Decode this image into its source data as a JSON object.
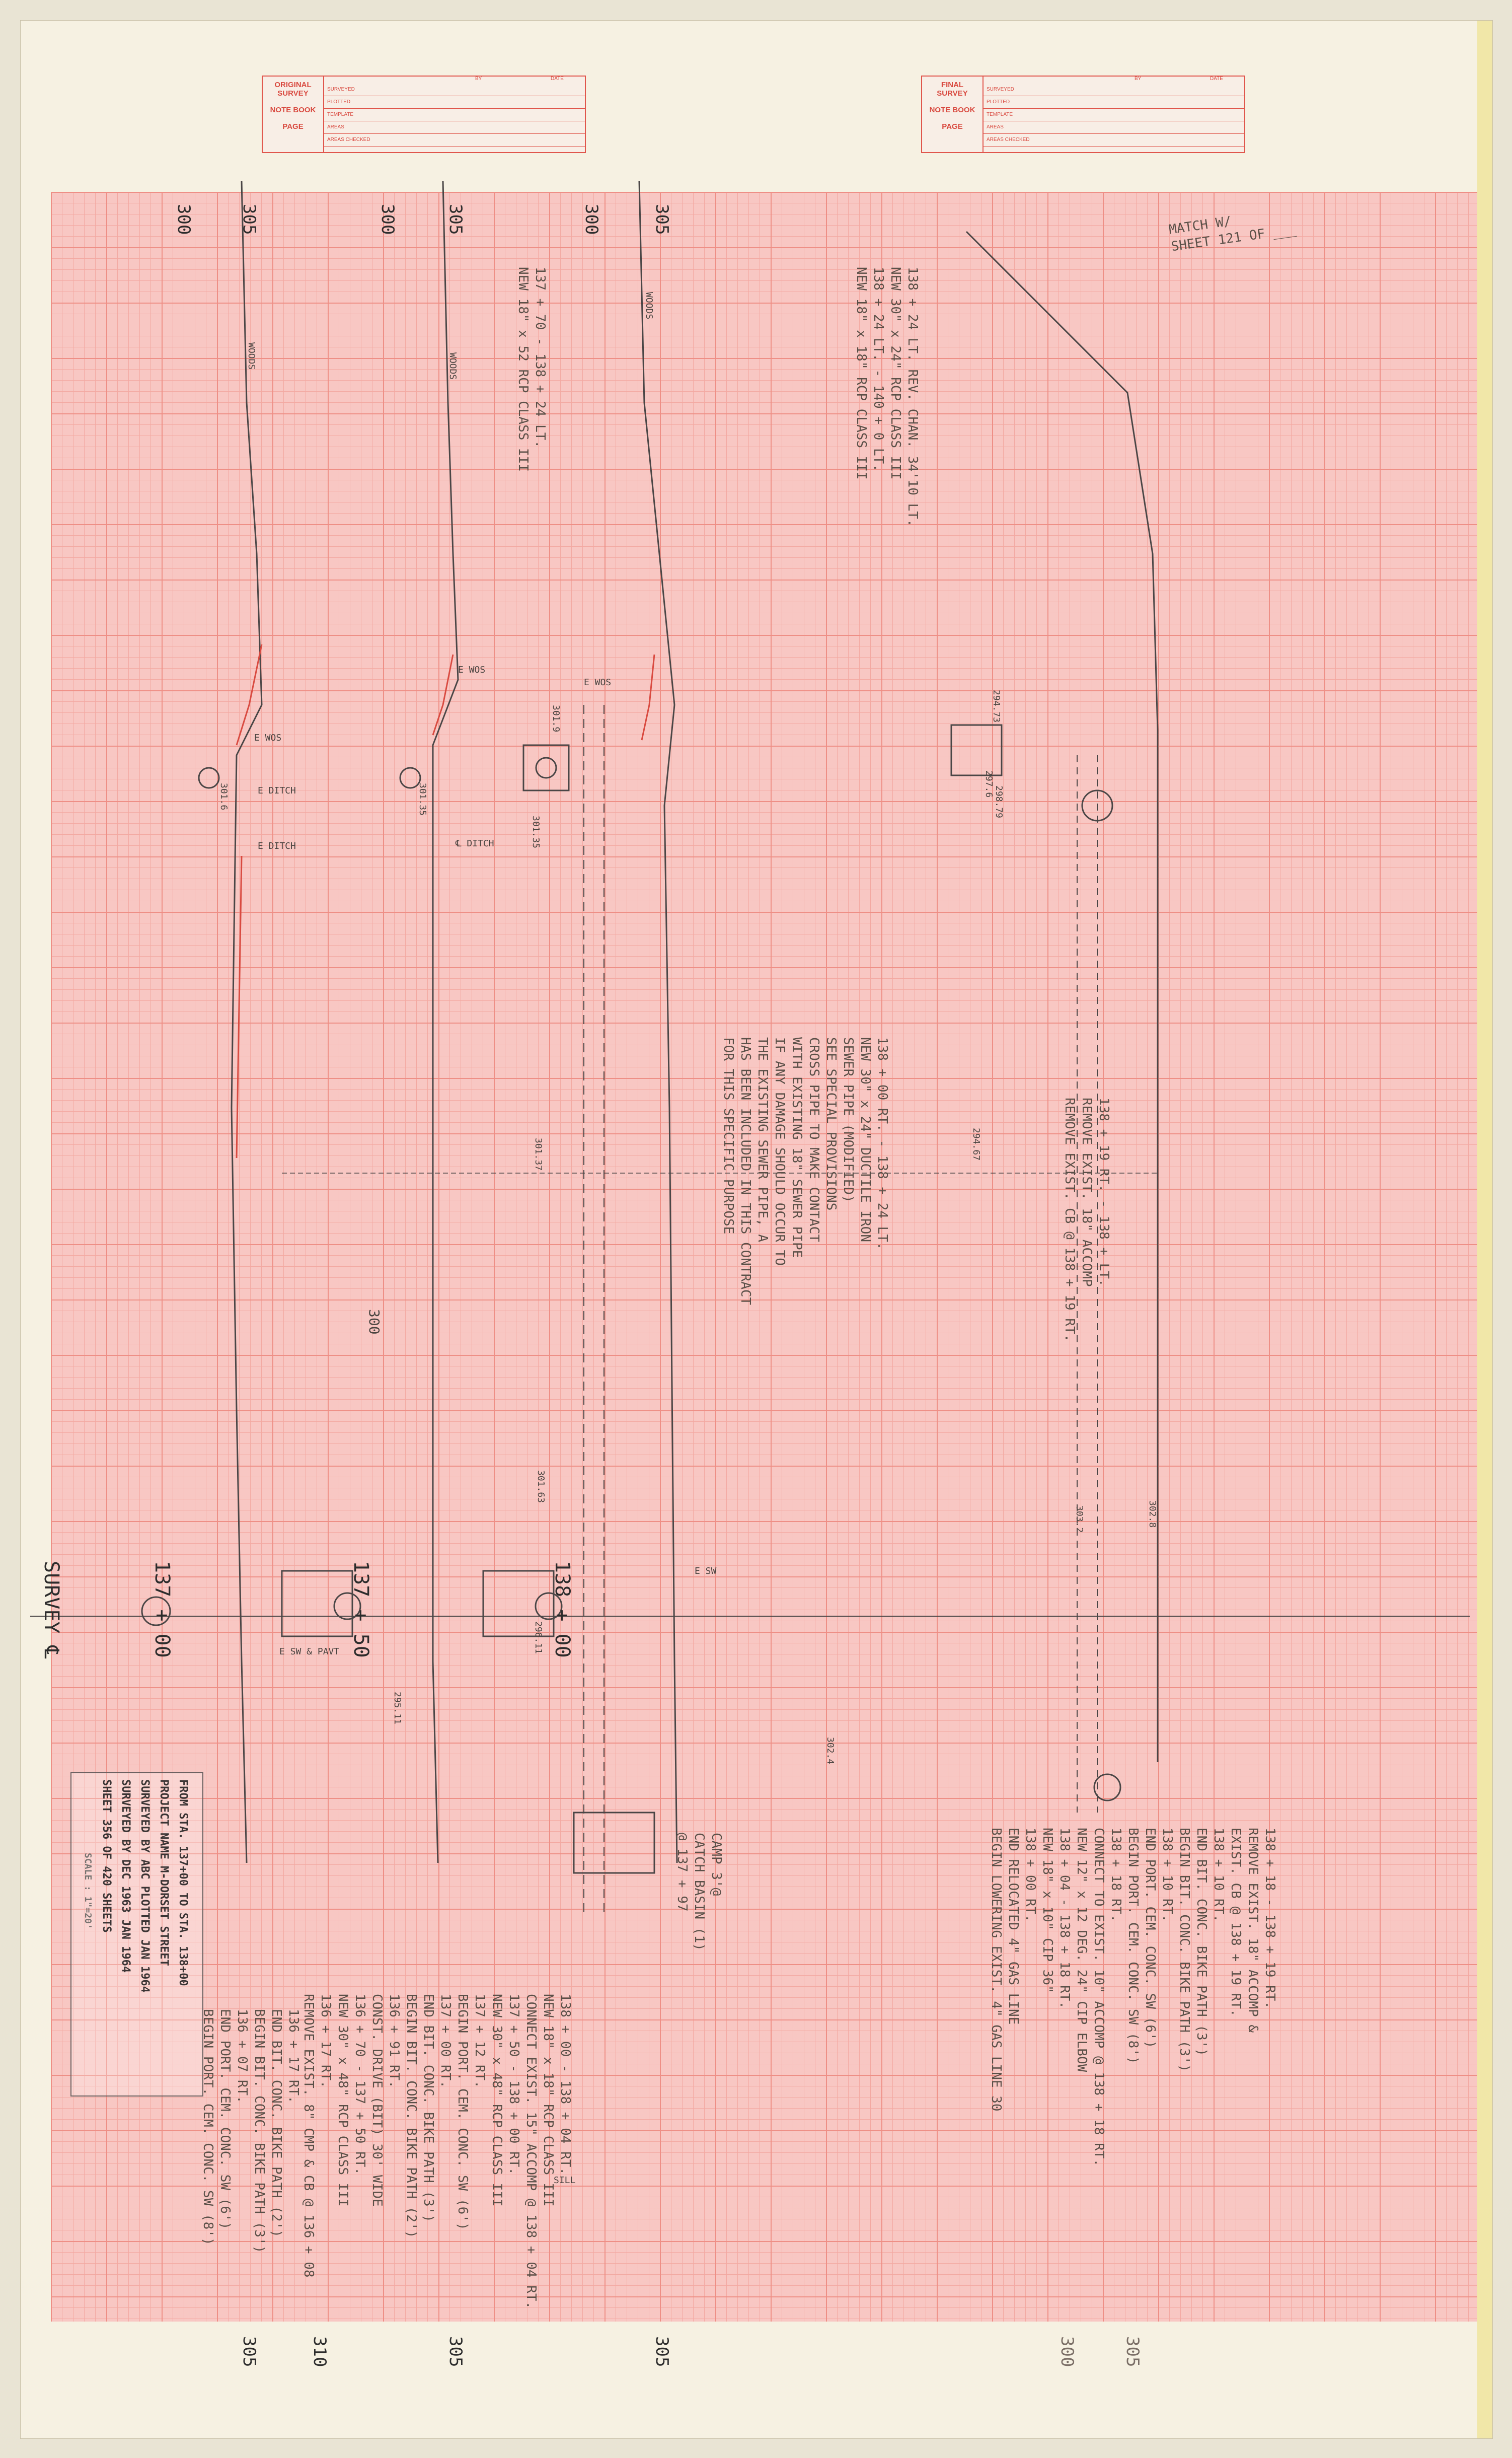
{
  "survey_boxes": {
    "original": {
      "line1": "ORIGINAL",
      "line2": "SURVEY",
      "line3": "NOTE BOOK",
      "line4": "PAGE",
      "rows": [
        "SURVEYED",
        "PLOTTED",
        "TEMPLATE",
        "AREAS",
        "AREAS CHECKED"
      ],
      "by": "BY",
      "date": "DATE"
    },
    "final": {
      "line1": "FINAL",
      "line2": "SURVEY",
      "line3": "NOTE BOOK",
      "line4": "PAGE",
      "rows": [
        "SURVEYED",
        "PLOTTED",
        "TEMPLATE",
        "AREAS",
        "AREAS CHECKED"
      ],
      "by": "BY",
      "date": "DATE"
    }
  },
  "elevation_labels": {
    "top_a1": "300",
    "top_a2": "305",
    "top_b1": "300",
    "top_b2": "305",
    "top_c1": "300",
    "top_c2": "305",
    "bot_a1": "305",
    "bot_a2": "310",
    "bot_b1": "305",
    "bot_c1": "305",
    "bot_d": "300",
    "bot_e": "305"
  },
  "match_note": {
    "line1": "MATCH W/",
    "line2": "SHEET 121 OF ___"
  },
  "left_notes": [
    "138 + 24 LT. REV. CHAN. 34'10 LT.",
    "NEW 30\" x 24\" RCP CLASS III",
    "138 + 24 LT. - 140 + 0 LT.",
    "NEW 18\" x 18\" RCP CLASS III"
  ],
  "section_notes": [
    "137 + 70 - 138 + 24 LT.",
    "NEW 18\" x 52 RCP CLASS III"
  ],
  "sewer_note": [
    "138 + 00 RT. - 138 + 24 LT.",
    "NEW 30\" x 24\" DUCTILE IRON",
    "SEWER PIPE (MODIFIED)",
    "SEE SPECIAL PROVISIONS",
    "CROSS PIPE TO MAKE CONTACT",
    "WITH EXISTING 18\" SEWER PIPE",
    "IF ANY DAMAGE SHOULD OCCUR TO",
    "THE EXISTING SEWER PIPE, A",
    "HAS BEEN INCLUDED IN THIS CONTRACT",
    "FOR THIS SPECIFIC PURPOSE"
  ],
  "remove_note": [
    "138 + 19 RT. - 138 + LT.",
    "REMOVE EXIST. 18\" ACCOMP",
    "REMOVE EXIST. CB @ 138 + 19 RT."
  ],
  "right_notes": [
    "138 + 18 - 138 + 19 RT.",
    "REMOVE EXIST. 18\" ACCOMP &",
    "EXIST. CB @ 138 + 19 RT.",
    "138 + 10 RT.",
    "END BIT. CONC. BIKE PATH (3')",
    "BEGIN BIT. CONC. BIKE PATH (3')",
    "138 + 10 RT.",
    "END PORT. CEM. CONC. SW (6')",
    "BEGIN PORT. CEM. CONC. SW (8')",
    "138 + 18 RT.",
    "CONNECT TO EXIST. 10\" ACCOMP @ 138 + 18 RT.",
    "NEW 12\" x 12 DEG. 24\" CIP ELBOW",
    "138 + 04 - 138 + 18 RT.",
    "NEW 18\" x 10\" CIP 36\"",
    "138 + 00 RT.",
    "END RELOCATED 4\" GAS LINE",
    "BEGIN LOWERING EXIST. 4\" GAS LINE 30"
  ],
  "mid_notes": [
    "CAMP 3'@",
    "CATCH BASIN (1)",
    "@ 137 + 97"
  ],
  "lower_notes": [
    "138 + 00 - 138 + 04 RT.",
    "NEW 18\" x 18\" RCP CLASS III",
    "CONNECT EXIST. 15\" ACCOMP @ 138 + 04 RT.",
    "137 + 50 - 138 + 00 RT.",
    "NEW 30\" x 48\" RCP CLASS III",
    "137 + 12 RT.",
    "BEGIN PORT. CEM. CONC. SW (6')",
    "137 + 00 RT.",
    "END BIT. CONC. BIKE PATH (3')",
    "BEGIN BIT. CONC. BIKE PATH (2')",
    "136 + 91 RT.",
    "CONST. DRIVE (BIT) 30' WIDE",
    "136 + 70 - 137 + 50 RT.",
    "NEW 30\" x 48\" RCP CLASS III",
    "136 + 17 RT.",
    "REMOVE EXIST. 8\" CMP & CB @ 136 + 08"
  ],
  "end_notes": [
    "136 + 17 RT.",
    "END BIT. CONC. BIKE PATH (2')",
    "BEGIN BIT. CONC. BIKE PATH (3')",
    "136 + 07 RT.",
    "END PORT. CEM. CONC. SW (6')",
    "BEGIN PORT. CEM. CONC. SW (8')"
  ],
  "stations": {
    "s137": "137 + 00",
    "s137_50": "137 + 50",
    "s138": "138 + 00",
    "survey": "SURVEY ℄"
  },
  "labels": {
    "woods1": "WOODS",
    "woods2": "WOODS",
    "woods3": "WOODS",
    "eds1": "E DITCH",
    "eds2": "E DITCH",
    "eds3": "℄ DITCH",
    "ewos1": "E WOS",
    "ewos2": "E WOS",
    "ewos3": "E WOS",
    "ew": "E SW",
    "esw_pavt": "E SW & PAVT",
    "sill": "SILL",
    "scale": "SCALE : 1\"=20'"
  },
  "elev_points": {
    "e1": "301.6",
    "e2": "301.35",
    "e3": "301.35",
    "e4": "301.9",
    "e5": "302.4",
    "e6": "303.2",
    "e7": "297.6",
    "e8": "298.79",
    "e9": "294.73",
    "e10": "294.67",
    "e11": "295.11",
    "e12": "296.11",
    "e13": "301.63",
    "e14": "301.37",
    "e15": "300",
    "e16": "302.8"
  },
  "title_block": {
    "line1": "FROM STA. 137+00 TO STA. 138+00",
    "line2": "PROJECT NAME  M-DORSET STREET",
    "line3": "SURVEYED BY   ABC   PLOTTED JAN 1964",
    "line4": "SURVEYED BY  DEC 1963  JAN 1964",
    "line5": "SHEET 356 OF 420 SHEETS"
  },
  "colors": {
    "grid_bg": "#f8c7c3",
    "grid_major": "#ee8f86",
    "ink": "#3a3434",
    "red_ink": "#d94a40"
  }
}
